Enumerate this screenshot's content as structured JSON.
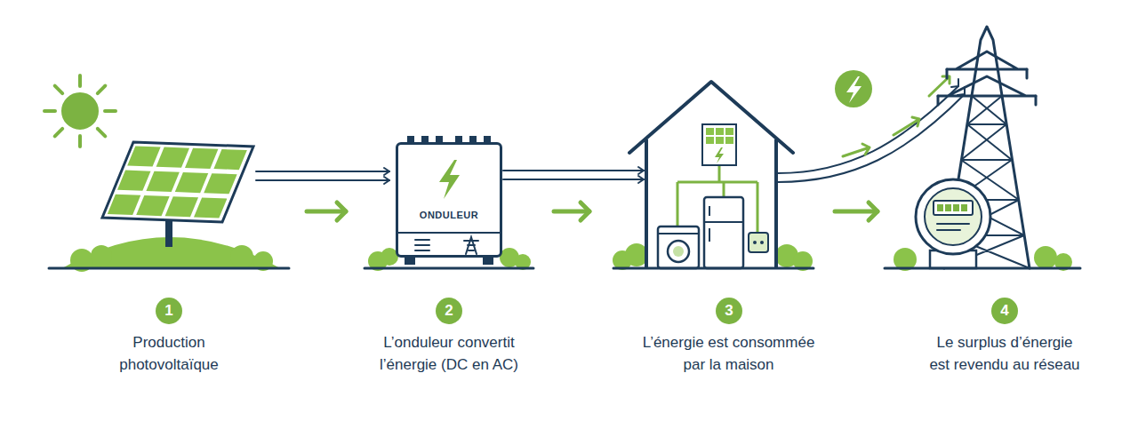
{
  "diagram": {
    "nodes": [
      {
        "text": [
          "1",
          "Production photovoltaïque"
        ]
      },
      {
        "text": [
          "2",
          "L’onduleur convertit l’énergie (DC en AC)"
        ]
      },
      {
        "text": [
          "ONDULEUR"
        ],
        "in": 1
      },
      {
        "text": [
          "3",
          "L’énergie est consommée par la maison"
        ]
      },
      {
        "text": [
          "4",
          "Le surplus d’énergie est revendu au réseau"
        ]
      }
    ],
    "edges": [
      {
        "from": 0,
        "to": 1,
        "arrow": "to"
      },
      {
        "from": 1,
        "to": 3,
        "arrow": "to"
      },
      {
        "from": 3,
        "to": 4,
        "arrow": "to"
      }
    ]
  }
}
